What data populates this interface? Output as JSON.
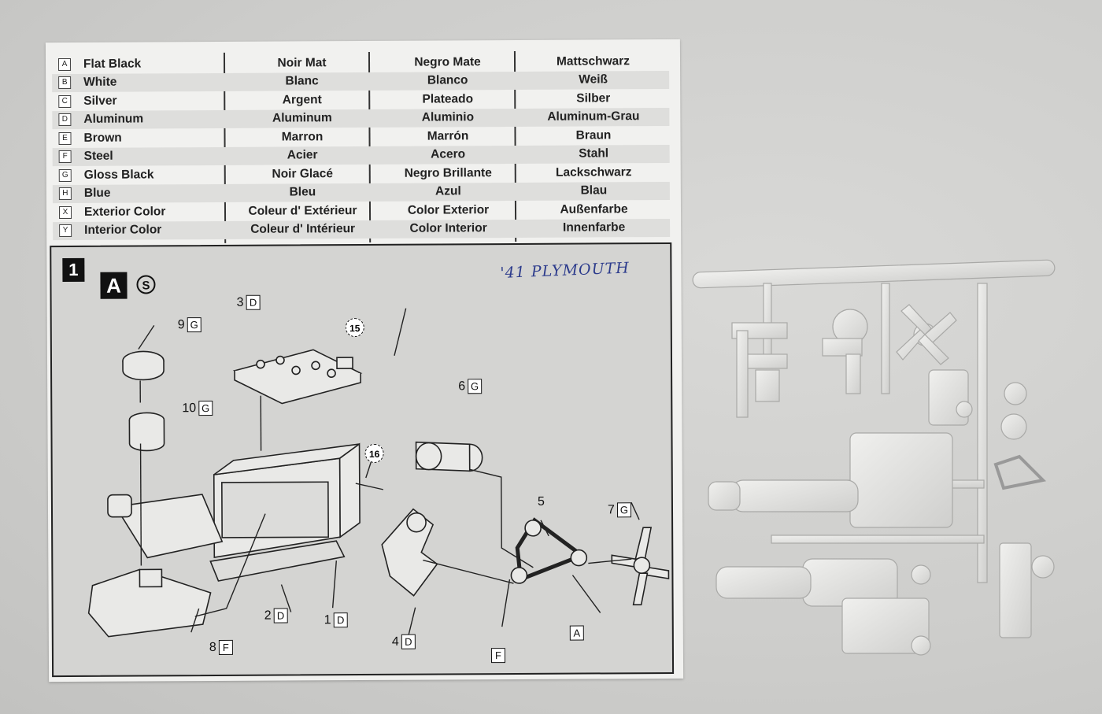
{
  "paint_chart": {
    "rows": [
      {
        "code": "A",
        "en": "Flat Black",
        "fr": "Noir Mat",
        "es": "Negro Mate",
        "de": "Mattschwarz"
      },
      {
        "code": "B",
        "en": "White",
        "fr": "Blanc",
        "es": "Blanco",
        "de": "Weiß"
      },
      {
        "code": "C",
        "en": "Silver",
        "fr": "Argent",
        "es": "Plateado",
        "de": "Silber"
      },
      {
        "code": "D",
        "en": "Aluminum",
        "fr": "Aluminum",
        "es": "Aluminio",
        "de": "Aluminum-Grau"
      },
      {
        "code": "E",
        "en": "Brown",
        "fr": "Marron",
        "es": "Marrón",
        "de": "Braun"
      },
      {
        "code": "F",
        "en": "Steel",
        "fr": "Acier",
        "es": "Acero",
        "de": "Stahl"
      },
      {
        "code": "G",
        "en": "Gloss Black",
        "fr": "Noir Glacé",
        "es": "Negro Brillante",
        "de": "Lackschwarz"
      },
      {
        "code": "H",
        "en": "Blue",
        "fr": "Bleu",
        "es": "Azul",
        "de": "Blau"
      },
      {
        "code": "X",
        "en": "Exterior Color",
        "fr": "Coleur d' Extérieur",
        "es": "Color Exterior",
        "de": "Außenfarbe"
      },
      {
        "code": "Y",
        "en": "Interior Color",
        "fr": "Coleur d' Intérieur",
        "es": "Color Interior",
        "de": "Innenfarbe"
      }
    ]
  },
  "step": {
    "number": "1",
    "sprue": "A",
    "sprue_badge": "S",
    "handwritten_note": "'41 PLYMOUTH",
    "callouts": {
      "p9": {
        "num": "9",
        "color": "G"
      },
      "p3": {
        "num": "3",
        "color": "D"
      },
      "p10": {
        "num": "10",
        "color": "G"
      },
      "p6": {
        "num": "6",
        "color": "G"
      },
      "p5": {
        "num": "5"
      },
      "p7": {
        "num": "7",
        "color": "G"
      },
      "p2": {
        "num": "2",
        "color": "D"
      },
      "p1": {
        "num": "1",
        "color": "D"
      },
      "p4": {
        "num": "4",
        "color": "D"
      },
      "p8": {
        "num": "8",
        "color": "F"
      },
      "belt_a": {
        "color": "A"
      },
      "belt_f": {
        "color": "F"
      }
    },
    "circled": [
      "15",
      "16"
    ]
  },
  "colors": {
    "sheet": "#f1f1ef",
    "diagram_bg": "#d4d4d2",
    "ink": "#222222",
    "pen": "#2c3b8c",
    "plastic": "#e6e6e4"
  }
}
